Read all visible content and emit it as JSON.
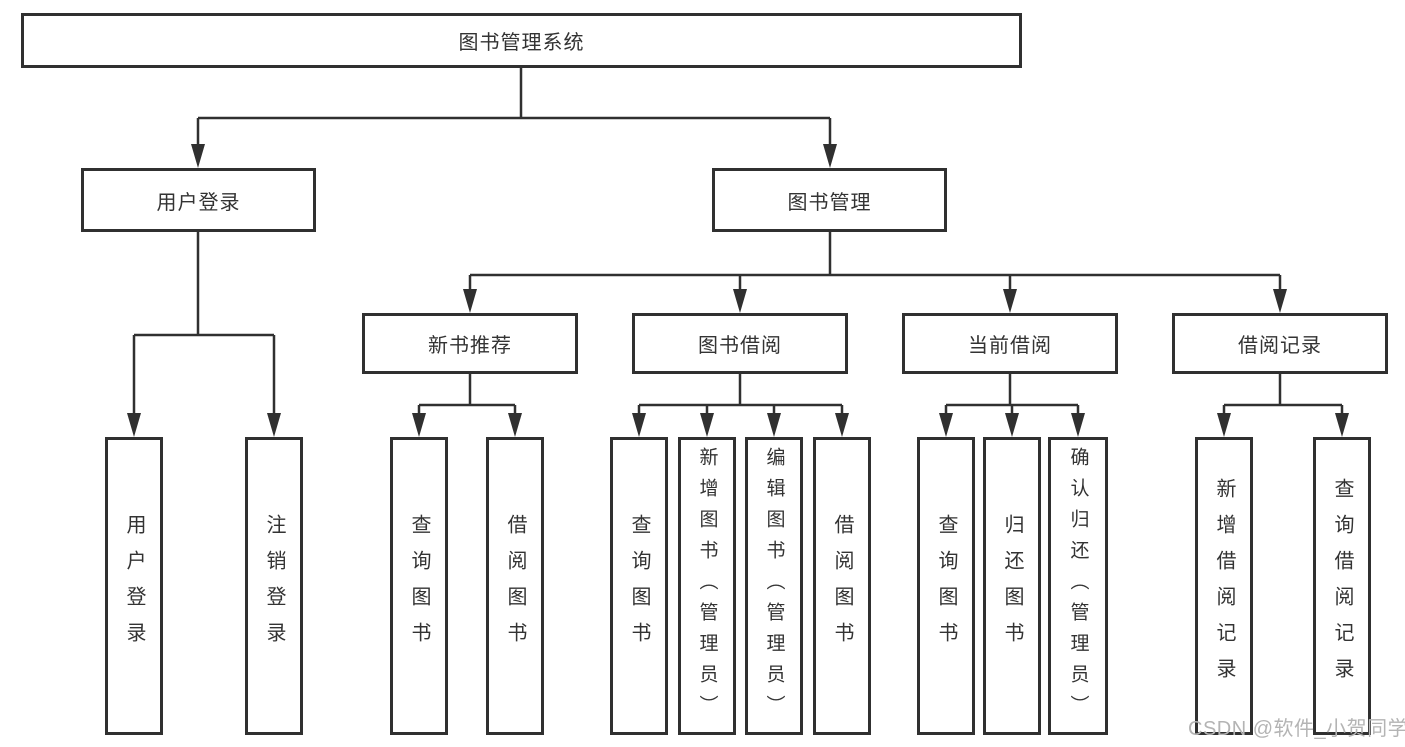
{
  "tree": {
    "root": {
      "label": "图书管理系统"
    },
    "branches": [
      {
        "label": "用户登录",
        "children": [
          {
            "label": "用户登录"
          },
          {
            "label": "注销登录"
          }
        ]
      },
      {
        "label": "图书管理",
        "children": [
          {
            "label": "新书推荐",
            "children": [
              {
                "label": "查询图书"
              },
              {
                "label": "借阅图书"
              }
            ]
          },
          {
            "label": "图书借阅",
            "children": [
              {
                "label": "查询图书"
              },
              {
                "label": "新增图书（管理员）"
              },
              {
                "label": "编辑图书（管理员）"
              },
              {
                "label": "借阅图书"
              }
            ]
          },
          {
            "label": "当前借阅",
            "children": [
              {
                "label": "查询图书"
              },
              {
                "label": "归还图书"
              },
              {
                "label": "确认归还（管理员）"
              }
            ]
          },
          {
            "label": "借阅记录",
            "children": [
              {
                "label": "新增借阅记录"
              },
              {
                "label": "查询借阅记录"
              }
            ]
          }
        ]
      }
    ]
  },
  "watermark": {
    "text": "CSDN @软件_小贺同学"
  },
  "colors": {
    "line": "#303030",
    "text": "#333333",
    "watermark_gray": "#b4b4b4",
    "background": "#ffffff"
  }
}
